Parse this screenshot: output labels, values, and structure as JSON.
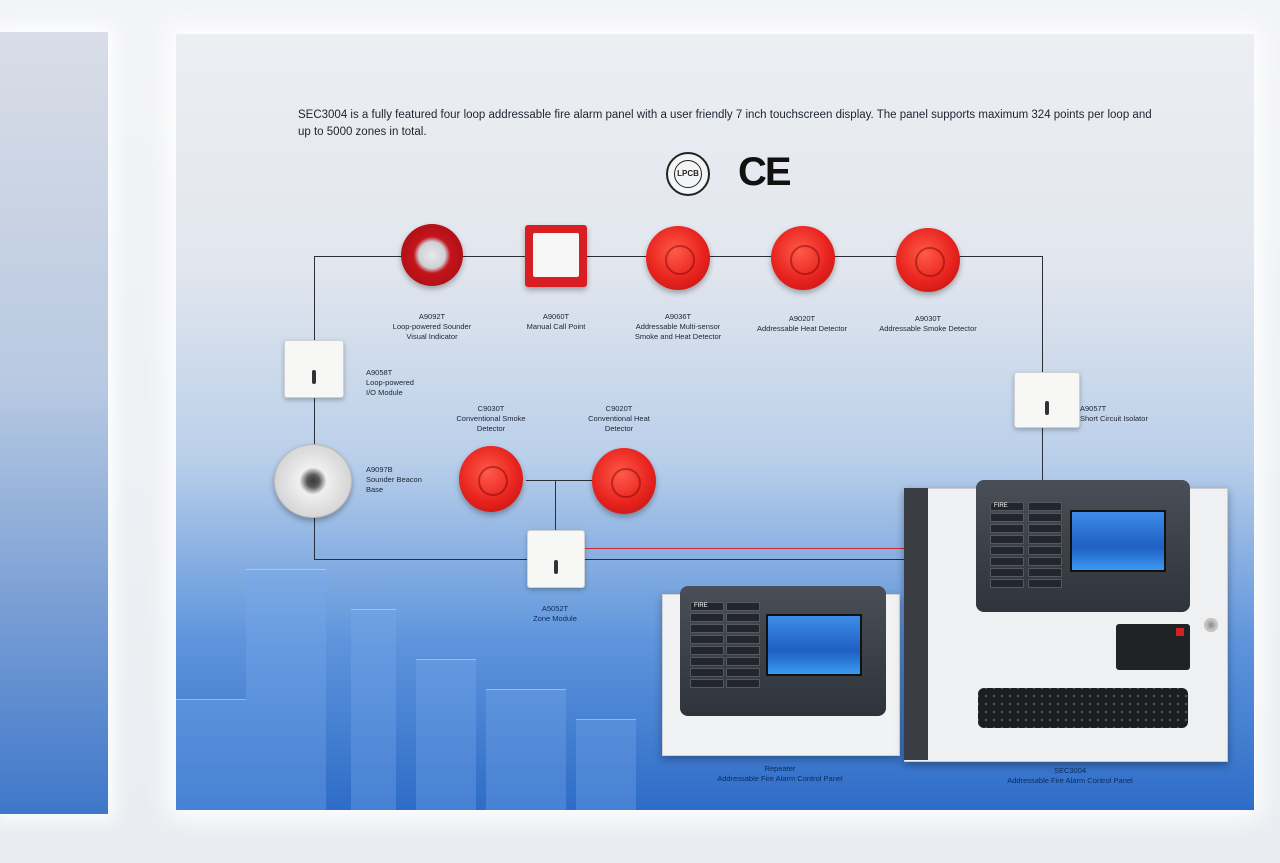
{
  "description": "SEC3004 is a fully featured four loop addressable fire alarm panel with a user friendly 7 inch touchscreen display. The panel supports maximum 324 points per loop and up to 5000 zones in total.",
  "certifications": {
    "lpcb": "LPCB",
    "ce": "CE"
  },
  "devices": {
    "a9092t": {
      "code": "A9092T",
      "name": "Loop-powered Sounder",
      "name2": "Visual Indicator"
    },
    "a9060t": {
      "code": "A9060T",
      "name": "Manual Call Point"
    },
    "a9036t": {
      "code": "A9036T",
      "name": "Addressable Multi-sensor",
      "name2": "Smoke and Heat Detector"
    },
    "a9020t": {
      "code": "A9020T",
      "name": "Addressable Heat Detector"
    },
    "a9030t": {
      "code": "A9030T",
      "name": "Addressable Smoke Detector"
    },
    "a9058t": {
      "code": "A9058T",
      "name": "Loop-powered",
      "name2": "I/O Module"
    },
    "a9057t": {
      "code": "A9057T",
      "name": "Short Circuit Isolator"
    },
    "c9030t": {
      "code": "C9030T",
      "name": "Conventional Smoke",
      "name2": "Detector"
    },
    "c9020t": {
      "code": "C9020T",
      "name": "Conventional Heat",
      "name2": "Detector"
    },
    "a9097b": {
      "code": "A9097B",
      "name": "Sounder Beacon",
      "name2": "Base"
    },
    "a5052t": {
      "code": "A5052T",
      "name": "Zone Module"
    }
  },
  "panels": {
    "repeater": {
      "code": "Repeater",
      "name": "Addressable Fire Alarm Control Panel"
    },
    "sec3004": {
      "code": "SEC3004",
      "name": "Addressable Fire Alarm Control Panel"
    }
  },
  "panel_buttons": {
    "fire": "FIRE"
  }
}
